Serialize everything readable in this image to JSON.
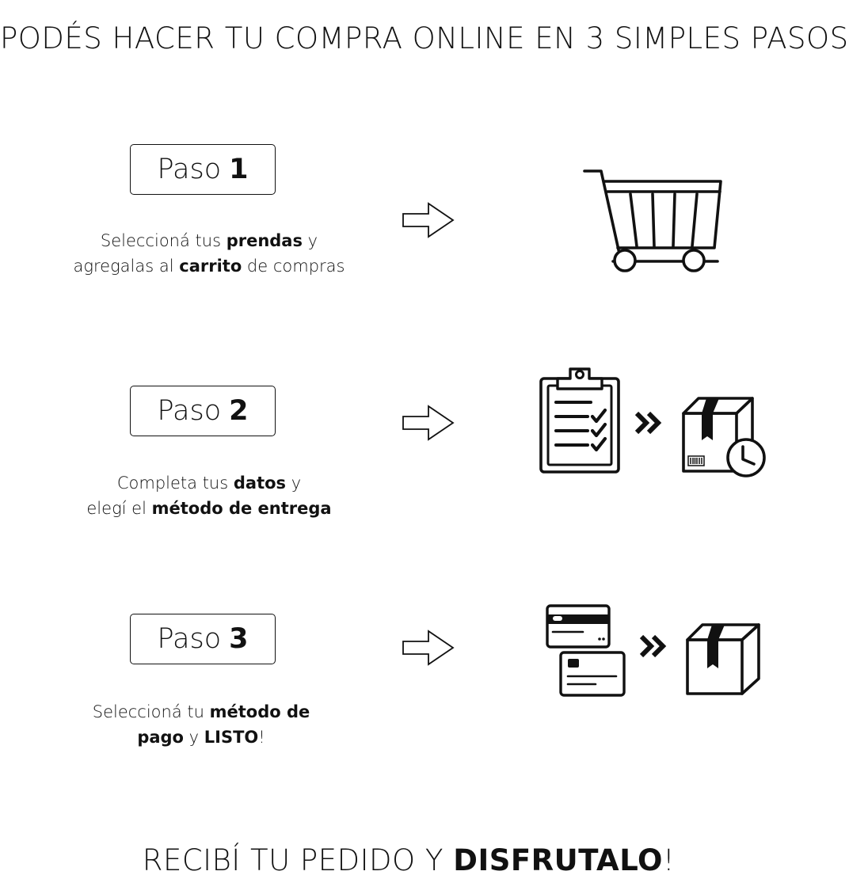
{
  "headline": "PODÉS HACER TU COMPRA ONLINE EN 3 SIMPLES PASOS",
  "steps": [
    {
      "label": "Paso",
      "number": "1",
      "line1_pre": "Seleccioná tus ",
      "line1_bold": "prendas",
      "line1_post": " y",
      "line2_pre": "agregalas al ",
      "line2_bold": "carrito",
      "line2_post": " de compras",
      "icons": [
        "shopping-cart-icon"
      ]
    },
    {
      "label": "Paso",
      "number": "2",
      "line1_pre": "Completa tus ",
      "line1_bold": "datos",
      "line1_post": " y",
      "line2_pre": "elegí el ",
      "line2_bold": "método de entrega",
      "line2_post": "",
      "icons": [
        "clipboard-checklist-icon",
        "double-chevron-icon",
        "package-clock-icon"
      ]
    },
    {
      "label": "Paso",
      "number": "3",
      "line1_pre": "Seleccioná tu ",
      "line1_bold": "método de",
      "line1_post": "",
      "line2_pre": "",
      "line2_bold": "pago",
      "line2_mid": " y ",
      "line2_bold2": "LISTO",
      "line2_post": "!",
      "icons": [
        "credit-cards-icon",
        "double-chevron-icon",
        "package-icon"
      ]
    }
  ],
  "footer": {
    "pre": "RECIBÍ TU PEDIDO Y ",
    "bold": "DISFRUTALO",
    "post": "!"
  },
  "colors": {
    "ink": "#111111",
    "background": "#ffffff"
  }
}
